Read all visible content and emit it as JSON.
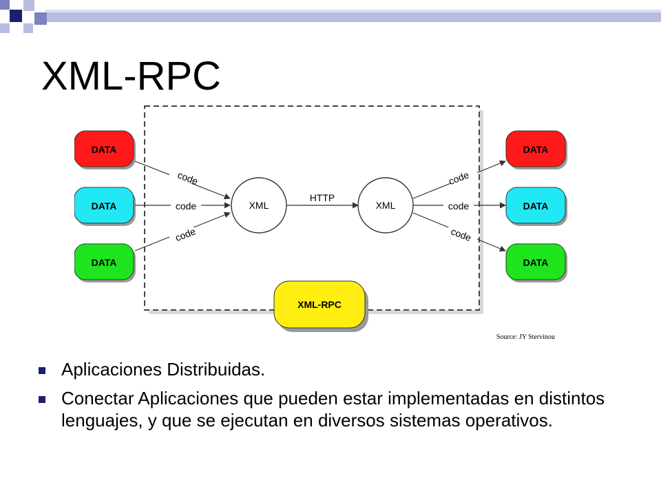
{
  "slide": {
    "title": "XML-RPC",
    "bullets": [
      "Aplicaciones Distribuidas.",
      "Conectar Aplicaciones que pueden estar implementadas en distintos lenguajes, y que se ejecutan en diversos sistemas operativos."
    ]
  },
  "diagram": {
    "left_nodes": [
      "DATA",
      "DATA",
      "DATA"
    ],
    "right_nodes": [
      "DATA",
      "DATA",
      "DATA"
    ],
    "left_code_labels": [
      "code",
      "code",
      "code"
    ],
    "right_code_labels": [
      "code",
      "code",
      "code"
    ],
    "left_xml": "XML",
    "right_xml": "XML",
    "transport": "HTTP",
    "bottom_node": "XML-RPC",
    "source": "Source: JY Stervinou",
    "colors": {
      "red": "#ff1a1a",
      "cyan": "#22e8f4",
      "green": "#1ee51e",
      "yellow": "#ffee11",
      "deco_navy": "#1c1e6e",
      "deco_blue": "#7b82c4"
    }
  }
}
